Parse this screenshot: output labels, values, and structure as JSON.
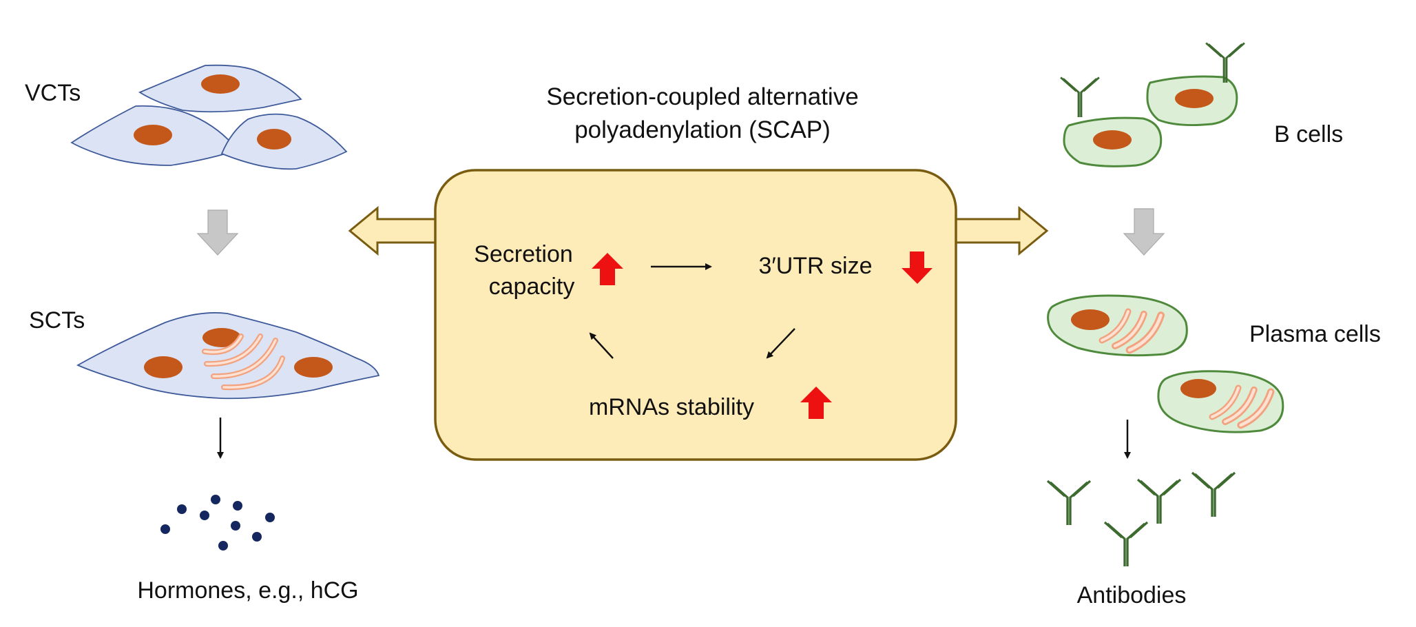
{
  "center": {
    "title_line1": "Secretion-coupled alternative",
    "title_line2": "polyadenylation (SCAP)",
    "secretion_line1": "Secretion",
    "secretion_line2": "capacity",
    "utr_label": "3′UTR size",
    "stability_label": "mRNAs stability",
    "box_fill": "#fdebb8",
    "box_stroke": "#7a5c10"
  },
  "left": {
    "vct_label": "VCTs",
    "sct_label": "SCTs",
    "hormone_label": "Hormones, e.g., hCG"
  },
  "right": {
    "bcell_label": "B cells",
    "plasma_label": "Plasma cells",
    "antibody_label": "Antibodies"
  },
  "colors": {
    "trophoblast_fill": "#dbe3f4",
    "trophoblast_stroke": "#3e5a9a",
    "nucleus": "#c4581a",
    "bcell_fill": "#dcefd6",
    "bcell_stroke": "#4f8a3c",
    "er": "#f2a27e",
    "antibody": "#3d6a2e",
    "hormone_dot": "#14275e",
    "up_arrow": "#ee1111",
    "gray_arrow": "#c7c7c7"
  }
}
